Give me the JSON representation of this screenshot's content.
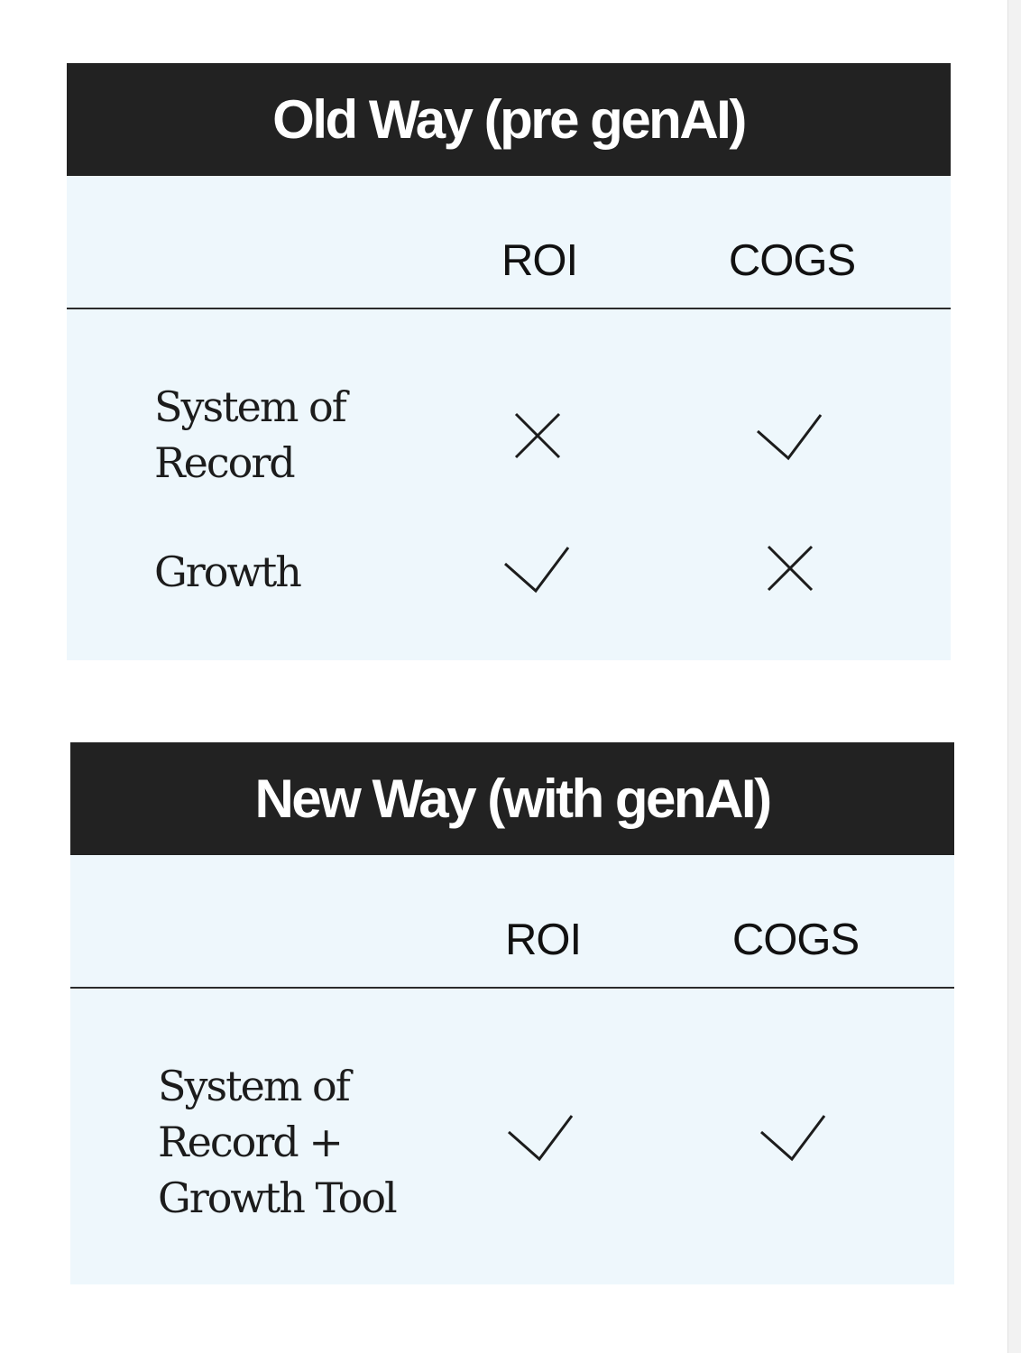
{
  "panels": [
    {
      "title": "Old Way (pre genAI)",
      "columns": [
        "ROI",
        "COGS"
      ],
      "rows": [
        {
          "label_lines": [
            "System of",
            "Record"
          ],
          "marks": [
            "cross-icon",
            "check-icon"
          ]
        },
        {
          "label_lines": [
            "Growth"
          ],
          "marks": [
            "check-icon",
            "cross-icon"
          ]
        }
      ]
    },
    {
      "title": "New Way (with genAI)",
      "columns": [
        "ROI",
        "COGS"
      ],
      "rows": [
        {
          "label_lines": [
            "System of",
            "Record +",
            "Growth Tool"
          ],
          "marks": [
            "check-icon",
            "check-icon"
          ]
        }
      ]
    }
  ],
  "colors": {
    "header_bg": "#222222",
    "header_text": "#ffffff",
    "body_bg": "#eef7fc",
    "rule": "#2b2b2b",
    "mark": "#1c1c1c"
  }
}
